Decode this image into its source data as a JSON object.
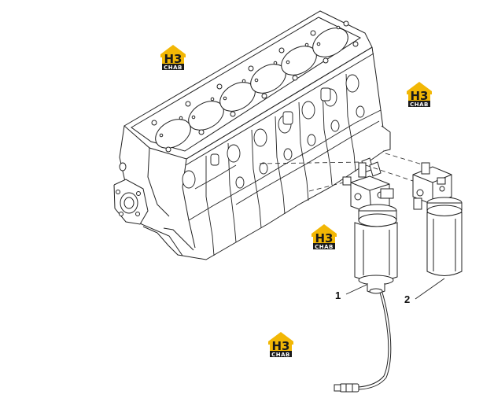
{
  "diagram": {
    "callouts": [
      {
        "id": "1",
        "label": "1"
      },
      {
        "id": "2",
        "label": "2"
      }
    ],
    "parts": [
      {
        "number": "1",
        "name": "fuel-filter-assembly-with-sensor"
      },
      {
        "number": "2",
        "name": "fuel-filter-assembly"
      }
    ]
  },
  "watermark": {
    "top_text": "H3",
    "bottom_text": "CHAB",
    "colors": {
      "yellow": "#f2b705",
      "dark": "#1a1a1a"
    }
  },
  "colors": {
    "line": "#222222",
    "background": "#ffffff"
  }
}
